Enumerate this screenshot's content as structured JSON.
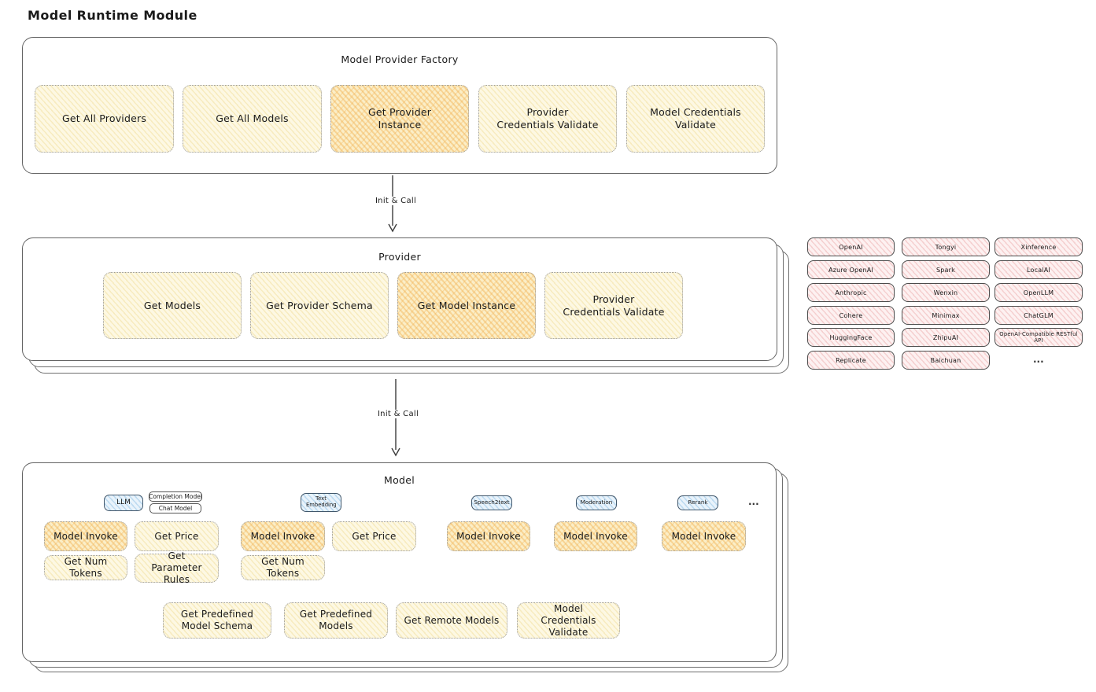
{
  "page": {
    "title": "Model Runtime Module"
  },
  "arrows": {
    "init_call": "Init & Call"
  },
  "factory": {
    "title": "Model Provider Factory",
    "items": [
      {
        "label": "Get All Providers"
      },
      {
        "label": "Get All Models"
      },
      {
        "label": "Get Provider Instance"
      },
      {
        "label": "Provider Credentials Validate"
      },
      {
        "label": "Model Credentials Validate"
      }
    ]
  },
  "provider": {
    "title": "Provider",
    "items": [
      {
        "label": "Get Models"
      },
      {
        "label": "Get Provider Schema"
      },
      {
        "label": "Get Model Instance"
      },
      {
        "label": "Provider Credentials Validate"
      }
    ]
  },
  "providers_grid": {
    "items": [
      "OpenAI",
      "Tongyi",
      "Xinference",
      "Azure OpenAI",
      "Spark",
      "LocalAI",
      "Anthropic",
      "Wenxin",
      "OpenLLM",
      "Cohere",
      "Minimax",
      "ChatGLM",
      "HuggingFace",
      "ZhipuAI",
      "OpenAI-Compatible RESTful API",
      "Replicate",
      "Baichuan"
    ],
    "ellipsis": "..."
  },
  "model": {
    "title": "Model",
    "tab_llm": "LLM",
    "tab_completion": "Completion Model",
    "tab_chat": "Chat Model",
    "tab_text_embedding": "Text Embedding",
    "tab_speech2text": "Speech2text",
    "tab_moderation": "Moderation",
    "tab_rerank": "Rerank",
    "ellipsis": "...",
    "ops_row1": [
      "Model Invoke",
      "Get Price",
      "Model Invoke",
      "Get Price",
      "Model Invoke",
      "Model Invoke",
      "Model Invoke"
    ],
    "ops_row2": [
      "Get Num Tokens",
      "Get Parameter Rules",
      "Get Num Tokens"
    ],
    "ops_row3": [
      "Get Predefined Model Schema",
      "Get Predefined Models",
      "Get Remote Models",
      "Model Credentials Validate"
    ]
  },
  "colors": {
    "yellow_fill": "#fdf8e3",
    "orange_fill": "#f6d393",
    "pink_fill": "#fdf1f1",
    "blue_fill": "#e9f3fb",
    "border_gray": "#646464",
    "text": "#1a1a1a"
  }
}
